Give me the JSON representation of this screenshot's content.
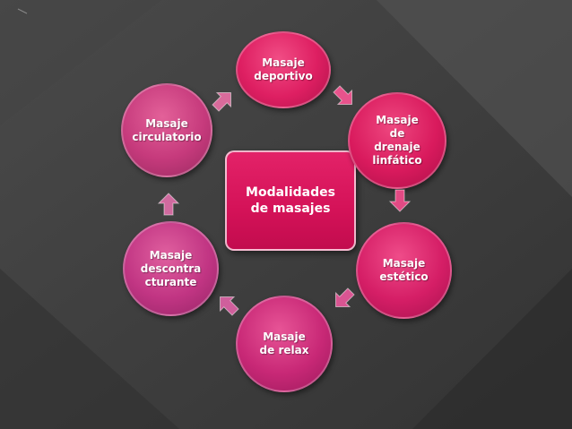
{
  "diagram": {
    "center": {
      "label": "Modalidades\nde masajes"
    },
    "nodes": [
      {
        "id": "deportivo",
        "label": "Masaje\ndeportivo",
        "color": "#de1f62"
      },
      {
        "id": "linfatico",
        "label": "Masaje\nde\ndrenaje\nlinfático",
        "color": "#d91a5d"
      },
      {
        "id": "estetico",
        "label": "Masaje\nestético",
        "color": "#d51e66"
      },
      {
        "id": "relax",
        "label": "Masaje\nde relax",
        "color": "#c82876"
      },
      {
        "id": "descontra",
        "label": "Masaje\ndescontra\ncturante",
        "color": "#c13583"
      },
      {
        "id": "circulatorio",
        "label": "Masaje\ncirculatorio",
        "color": "#c63a7c"
      }
    ],
    "colors": {
      "background": "#3b3b3b",
      "center": "#d41258"
    }
  }
}
